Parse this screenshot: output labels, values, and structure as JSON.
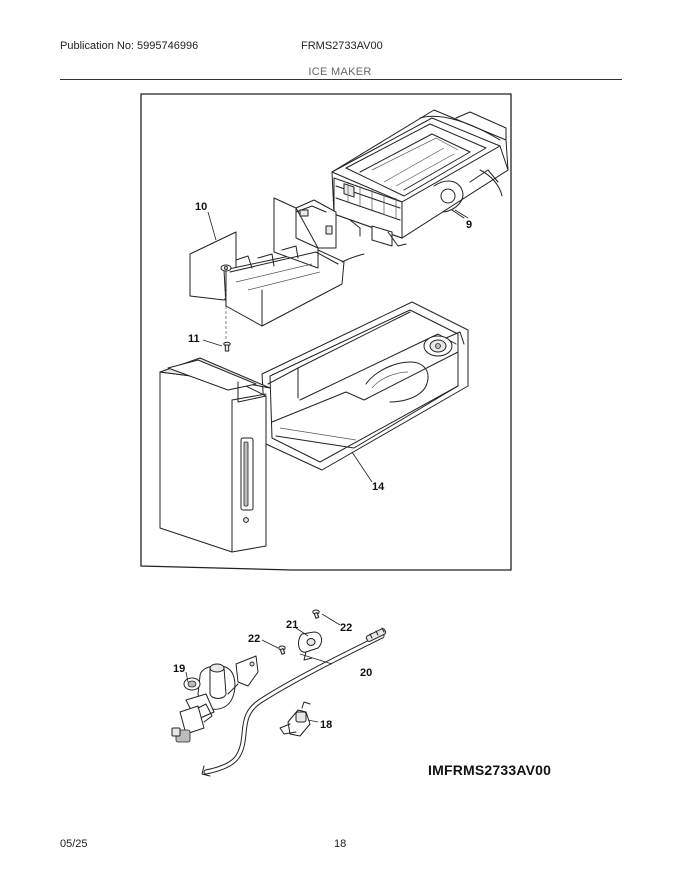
{
  "header": {
    "publication": "Publication No: 5995746996",
    "model": "FRMS2733AV00",
    "section_title": "ICE MAKER"
  },
  "callouts": {
    "p9": "9",
    "p10": "10",
    "p11": "11",
    "p14": "14",
    "p18": "18",
    "p19": "19",
    "p20": "20",
    "p21": "21",
    "p22a": "22",
    "p22b": "22"
  },
  "diagram_code": "IMFRMS2733AV00",
  "footer": {
    "date": "05/25",
    "page": "18"
  }
}
